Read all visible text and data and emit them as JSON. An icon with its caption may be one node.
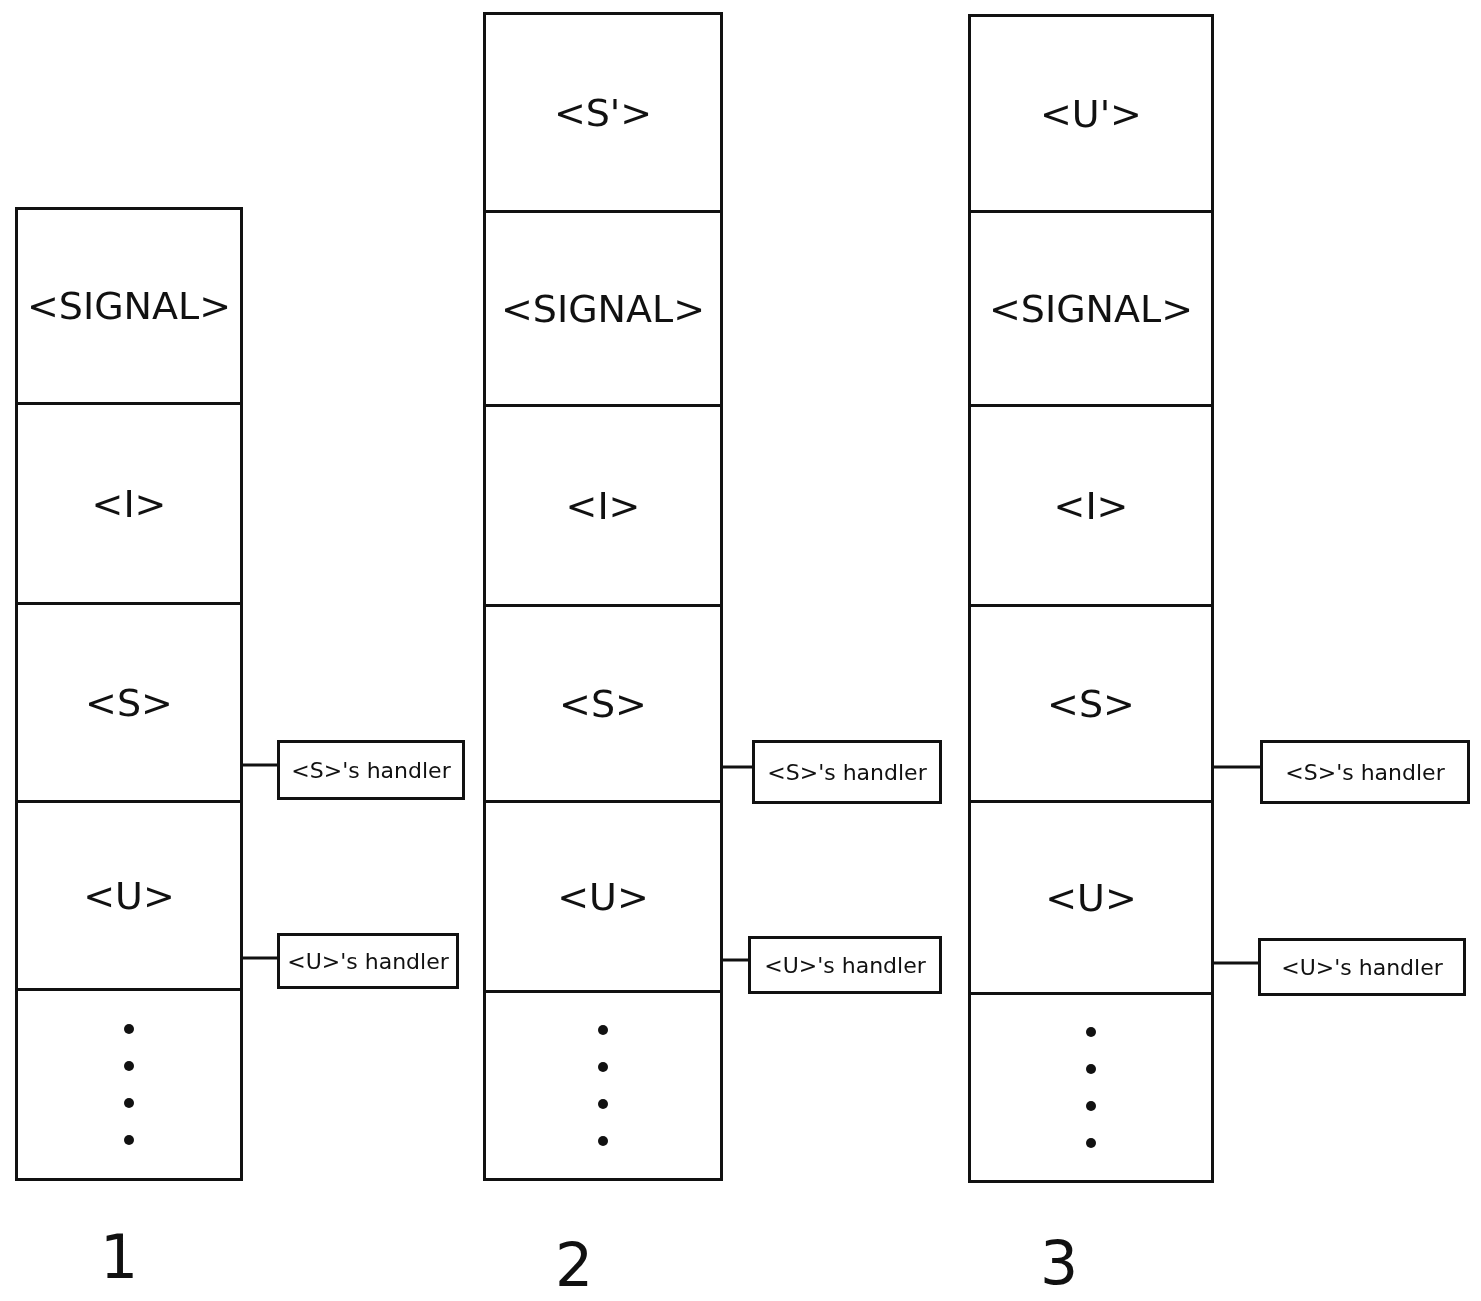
{
  "diagram": {
    "nodes": [
      {
        "text": [
          "<SIGNAL>"
        ]
      },
      {
        "text": [
          "<I>"
        ]
      },
      {
        "text": [
          "<S>"
        ]
      },
      {
        "text": [
          "<U>"
        ]
      },
      {
        "text": [],
        "shape": "box"
      },
      {
        "text": [
          "<S>'s handler"
        ]
      },
      {
        "text": [
          "<U>'s handler"
        ]
      },
      {
        "text": [
          "<S'>"
        ]
      },
      {
        "text": [
          "<SIGNAL>"
        ]
      },
      {
        "text": [
          "<I>"
        ]
      },
      {
        "text": [
          "<S>"
        ]
      },
      {
        "text": [
          "<U>"
        ]
      },
      {
        "text": [],
        "shape": "box"
      },
      {
        "text": [
          "<S>'s handler"
        ]
      },
      {
        "text": [
          "<U>'s handler"
        ]
      },
      {
        "text": [
          "<U'>"
        ]
      },
      {
        "text": [
          "<SIGNAL>"
        ]
      },
      {
        "text": [
          "<I>"
        ]
      },
      {
        "text": [
          "<S>"
        ]
      },
      {
        "text": [
          "<U>"
        ]
      },
      {
        "text": [],
        "shape": "box"
      },
      {
        "text": [
          "<S>'s handler"
        ]
      },
      {
        "text": [
          "<U>'s handler"
        ]
      }
    ],
    "edges": [
      {
        "from": 2,
        "to": 5,
        "arrow": "none"
      },
      {
        "from": 3,
        "to": 6,
        "arrow": "none"
      },
      {
        "from": 10,
        "to": 13,
        "arrow": "none"
      },
      {
        "from": 11,
        "to": 14,
        "arrow": "none"
      },
      {
        "from": 18,
        "to": 21,
        "arrow": "none"
      },
      {
        "from": 19,
        "to": 22,
        "arrow": "none"
      }
    ],
    "labels": [
      "1",
      "2",
      "3"
    ]
  }
}
